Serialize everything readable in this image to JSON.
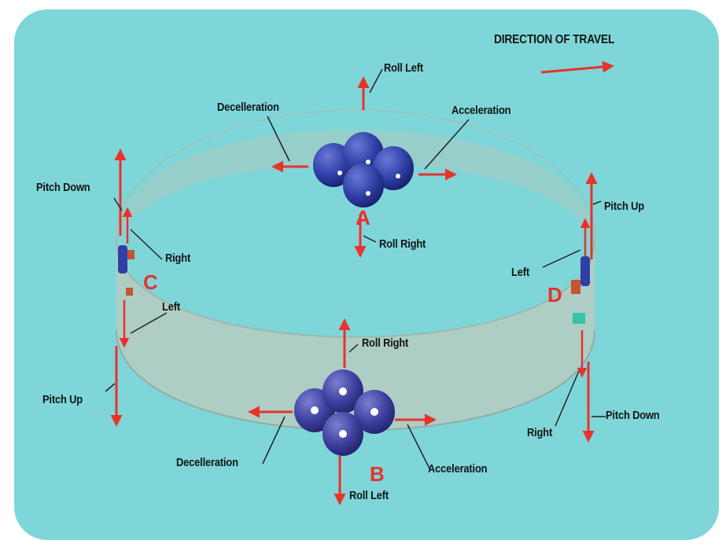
{
  "colors": {
    "panel": "#7fd6d9",
    "ring": "#a9c9bd",
    "arrow": "#e8322a",
    "ball": "#2f3fa6",
    "letter": "#e8322a"
  },
  "header": {
    "direction_label": "DIRECTION OF TRAVEL"
  },
  "points": {
    "a": {
      "letter": "A",
      "top": "Roll Left",
      "bottom": "Roll Right",
      "left": "Decelleration",
      "right": "Acceleration"
    },
    "b": {
      "letter": "B",
      "top": "Roll Right",
      "bottom": "Roll Left",
      "left": "Decelleration",
      "right": "Acceleration"
    },
    "c": {
      "letter": "C",
      "top": "Pitch Down",
      "bottom": "Pitch Up",
      "inner_top": "Right",
      "inner_bottom": "Left"
    },
    "d": {
      "letter": "D",
      "top": "Pitch Up",
      "bottom": "Pitch Down",
      "inner_top": "Left",
      "inner_bottom": "Right"
    }
  }
}
